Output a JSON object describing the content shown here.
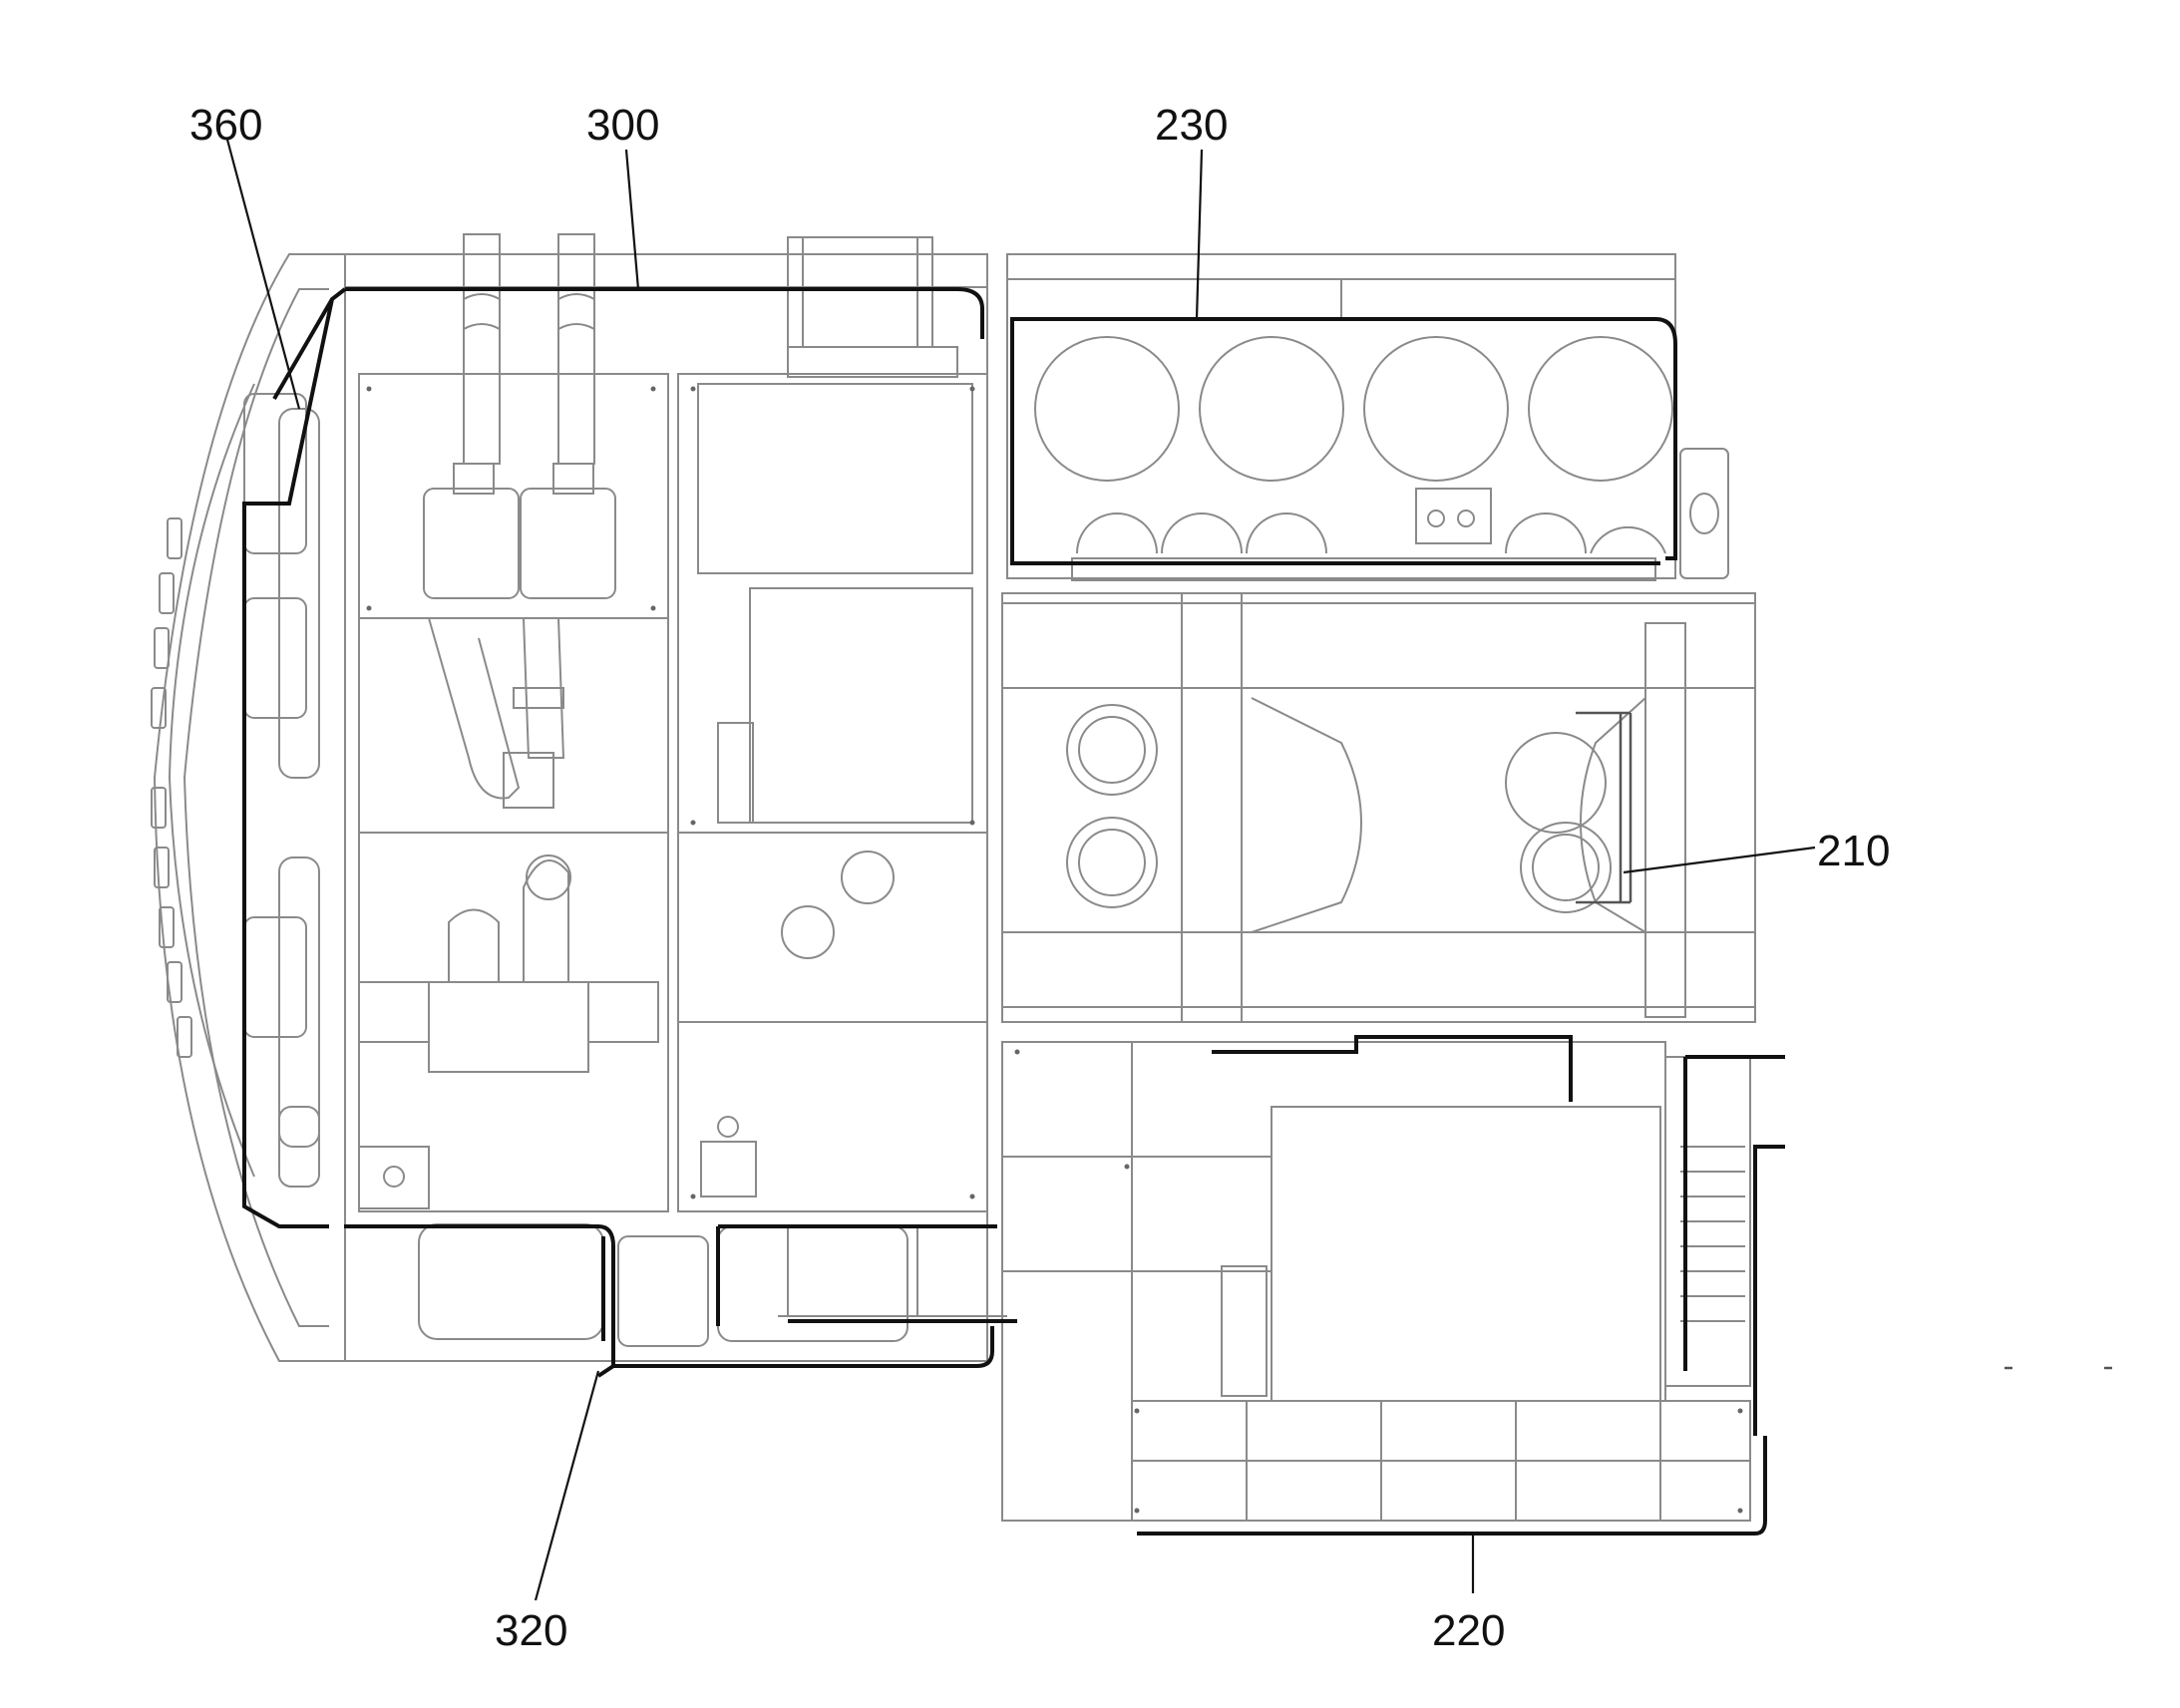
{
  "figure": {
    "labels": [
      {
        "id": "360",
        "text": "360"
      },
      {
        "id": "300",
        "text": "300"
      },
      {
        "id": "230",
        "text": "230"
      },
      {
        "id": "210",
        "text": "210"
      },
      {
        "id": "320",
        "text": "320"
      },
      {
        "id": "220",
        "text": "220"
      }
    ]
  }
}
